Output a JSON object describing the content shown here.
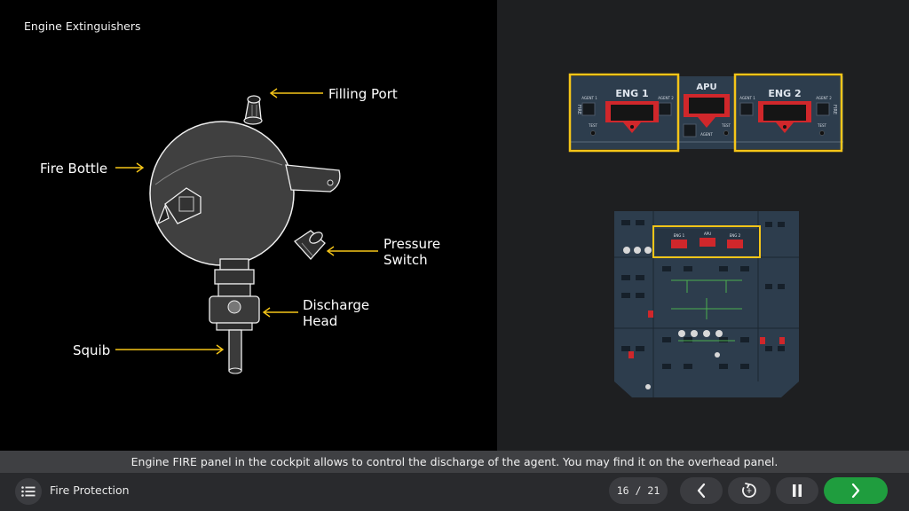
{
  "slide": {
    "title": "Engine Extinguishers"
  },
  "callouts": {
    "filling_port": "Filling Port",
    "fire_bottle": "Fire Bottle",
    "pressure_switch_l1": "Pressure",
    "pressure_switch_l2": "Switch",
    "discharge_head_l1": "Discharge",
    "discharge_head_l2": "Head",
    "squib": "Squib"
  },
  "fire_panel": {
    "eng1": "ENG 1",
    "apu": "APU",
    "eng2": "ENG 2",
    "agent1": "AGENT 1",
    "agent2": "AGENT 2",
    "agent": "AGENT",
    "test": "TEST",
    "fire_vertical": "FIRE"
  },
  "overhead_thumb": {
    "eng1": "ENG 1",
    "apu": "APU",
    "eng2": "ENG 2"
  },
  "caption": "Engine FIRE panel in the cockpit allows to control the discharge of the agent. You may find it on the overhead panel.",
  "footer": {
    "course_title": "Fire Protection",
    "page_current": "16",
    "page_total": "21",
    "page_sep": "/"
  },
  "colors": {
    "highlight": "#f5c518",
    "panel": "#2d3d4d",
    "warning_red": "#d0272b",
    "next_green": "#1f9d3e"
  }
}
